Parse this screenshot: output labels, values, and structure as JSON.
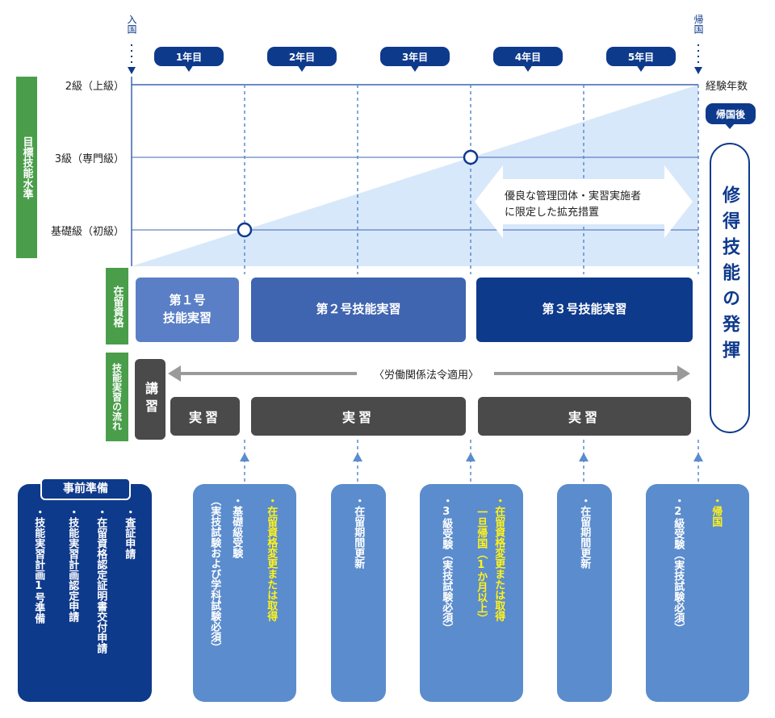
{
  "timeline": {
    "start_label": "入国",
    "end_label": "帰国",
    "years": [
      "1年目",
      "2年目",
      "3年目",
      "4年目",
      "5年目"
    ],
    "x_axis_label": "経験年数",
    "after_return_label": "帰国後"
  },
  "y_axis": {
    "title": "目標技能水準",
    "levels": [
      "2級（上級）",
      "3級（専門級）",
      "基礎級（初級）"
    ]
  },
  "extension_note": [
    "優良な管理団体・実習実施者",
    "に限定した拡充措置"
  ],
  "skill_result": "修得技能の発揮",
  "status_row": {
    "label": "在留資格",
    "items": [
      {
        "lines": [
          "第１号",
          "技能実習"
        ],
        "color": "#5b7fc7"
      },
      {
        "lines": [
          "第２号技能実習"
        ],
        "color": "#3f64b0"
      },
      {
        "lines": [
          "第３号技能実習"
        ],
        "color": "#0e3a8c"
      }
    ]
  },
  "flow_row": {
    "label": "技能実習の流れ",
    "lecture": "講習",
    "labor_law": "〈労働関係法令適用〉",
    "practice": [
      "実習",
      "実習",
      "実習"
    ]
  },
  "prep": {
    "title": "事前準備",
    "steps": [
      "・技能実習計画1号準備",
      "・技能実習計画認定申請",
      "・在留資格認定証明書交付申請",
      "・査証申請"
    ]
  },
  "cards": [
    {
      "items": [
        {
          "text": "・基礎級受験",
          "yellow": false
        },
        {
          "text": "（実技試験および学科試験必須）",
          "yellow": false
        },
        {
          "text": "・在留資格変更または取得",
          "yellow": true
        }
      ]
    },
    {
      "items": [
        {
          "text": "・在留期間更新",
          "yellow": false
        }
      ]
    },
    {
      "items": [
        {
          "text": "・3級受験（実技試験必須）",
          "yellow": false
        },
        {
          "text": "・在留資格変更または取得",
          "yellow": true
        },
        {
          "text": "一旦帰国（1か月以上）",
          "yellow": true
        }
      ]
    },
    {
      "items": [
        {
          "text": "・在留期間更新",
          "yellow": false
        }
      ]
    },
    {
      "items": [
        {
          "text": "・2級受験（実技試験必須）",
          "yellow": false
        },
        {
          "text": "・帰国",
          "yellow": true
        }
      ]
    }
  ],
  "colors": {
    "navy": "#0e3a8c",
    "light_blue_area": "#d8e8fb",
    "green": "#4a9e4a",
    "card_blue": "#5b8ccd",
    "highlight_yellow": "#fff21a"
  }
}
